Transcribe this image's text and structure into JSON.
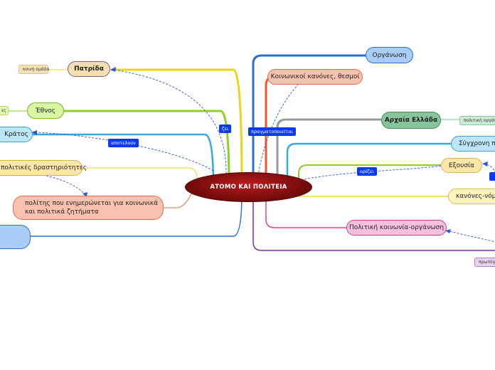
{
  "center": {
    "label": "ΑΤΟΜΟ ΚΑΙ ΠΟΛΙΤΕΙΑ"
  },
  "left": {
    "patrida": "Πατρίδα",
    "koini_omada": "κοινή ομάδα",
    "ethnos": "Έθνος",
    "ethnos_tag": "ες",
    "kratos": "Κράτος",
    "politikes": "πολιτικές δραστηριότητες",
    "polites": "πολίτης που ενημερώνεται για κοινωνικά και πολιτικά ζητήματα",
    "bottom_blue": ""
  },
  "right": {
    "organosi": "Οργάνωση",
    "kanones_thesmoi": "Κοινωνικοί κανόνες, θεσμοί",
    "archaia": "Αρχαία Ελλάδα",
    "archaia_tag": "πολιτική οργάνωση",
    "sygxroni": "Σύγχρονη πο",
    "exousia": "Εξουσία",
    "kanones_nomoi": "κανόνες-νόμο",
    "politiki_koinonia": "Πολιτική κοινωνία-οργάνωση",
    "protogon": "πρωτόγον"
  },
  "link_labels": {
    "zei": "ζει",
    "pragmatopoieitai": "πραγματοποιείται",
    "apoteloun": "αποτελούν",
    "orizei": "ορίζει"
  },
  "colors": {
    "center": "#8b1010",
    "patrida_fill": "#f5deb0",
    "ethnos_fill": "#d8f5a0",
    "kratos_fill": "#bde6f6",
    "politikes_fill": "#fde7a8",
    "polites_fill": "#f9c1ae",
    "organosi_fill": "#aacdf6",
    "kanones_fill": "#f9c1ae",
    "archaia_fill": "#87c49b",
    "exousia_fill": "#fde7a8",
    "politiki_fill": "#f7c0df",
    "label_blue": "#0a3bf0"
  }
}
